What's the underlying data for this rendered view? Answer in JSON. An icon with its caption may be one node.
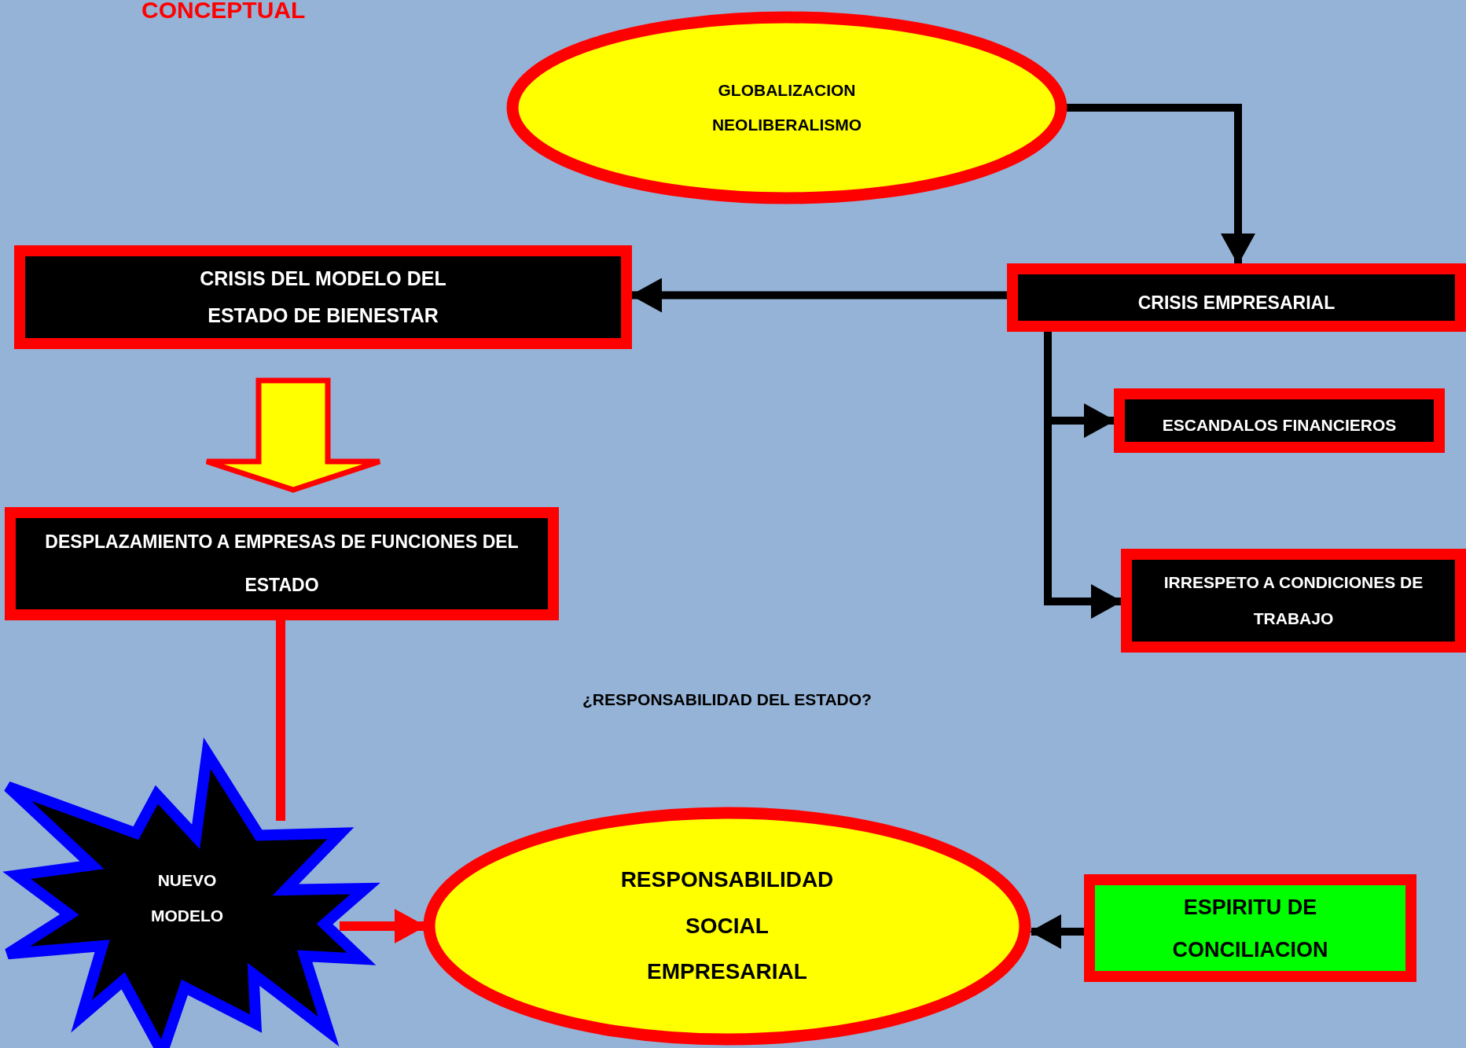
{
  "diagram": {
    "title": "CONCEPTUAL",
    "nodes": [
      {
        "text": [
          "GLOBALIZACION",
          "NEOLIBERALISMO"
        ]
      },
      {
        "text": [
          "CRISIS DEL  MODELO DEL ESTADO DE BIENESTAR"
        ]
      },
      {
        "text": [
          "CRISIS EMPRESARIAL"
        ]
      },
      {
        "text": [
          "ESCANDALOS FINANCIEROS"
        ]
      },
      {
        "text": [
          "IRRESPETO A CONDICIONES DE TRABAJO"
        ]
      },
      {
        "text": [
          "DESPLAZAMIENTO A EMPRESAS DE FUNCIONES DEL ESTADO"
        ]
      },
      {
        "text": [
          "NUEVO MODELO"
        ]
      },
      {
        "text": [
          "RESPONSABILIDAD SOCIAL EMPRESARIAL"
        ]
      },
      {
        "text": [
          "ESPIRITU DE CONCILIACION"
        ]
      }
    ],
    "edges": [
      {
        "from": 0,
        "to": 2,
        "arrow": "to"
      },
      {
        "from": 2,
        "to": 1,
        "arrow": "to"
      },
      {
        "from": 2,
        "to": 3,
        "arrow": "to"
      },
      {
        "from": 2,
        "to": 4,
        "arrow": "to"
      },
      {
        "from": 1,
        "to": 5,
        "arrow": "to",
        "style": "thick",
        "color": "#ffff00"
      },
      {
        "from": 5,
        "to": 6,
        "arrow": "none",
        "color": "#ff0000"
      },
      {
        "from": 6,
        "to": 7,
        "arrow": "to",
        "color": "#ff0000"
      },
      {
        "from": 8,
        "to": 7,
        "arrow": "to"
      }
    ],
    "labels": [
      "¿RESPONSABILIDAD DEL ESTADO?"
    ]
  }
}
